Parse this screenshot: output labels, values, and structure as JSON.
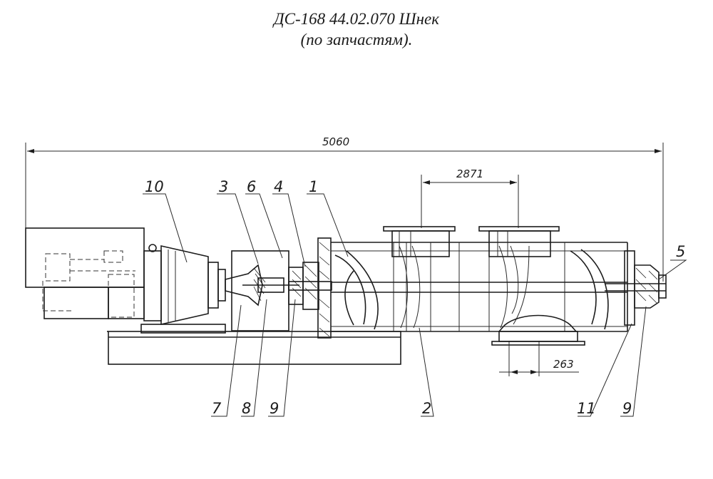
{
  "title": {
    "line1": "ДС-168 44.02.070 Шнек",
    "line2": "(по запчастям)."
  },
  "dimensions": {
    "overall_length": "5060",
    "inlet_spacing": "2871",
    "outlet_width": "263"
  },
  "part_labels": [
    {
      "id": "10",
      "text": "10"
    },
    {
      "id": "3",
      "text": "3"
    },
    {
      "id": "6",
      "text": "6"
    },
    {
      "id": "4",
      "text": "4"
    },
    {
      "id": "1",
      "text": "1"
    },
    {
      "id": "5",
      "text": "5"
    },
    {
      "id": "7",
      "text": "7"
    },
    {
      "id": "8",
      "text": "8"
    },
    {
      "id": "9a",
      "text": "9"
    },
    {
      "id": "2",
      "text": "2"
    },
    {
      "id": "11",
      "text": "11"
    },
    {
      "id": "9b",
      "text": "9"
    }
  ]
}
